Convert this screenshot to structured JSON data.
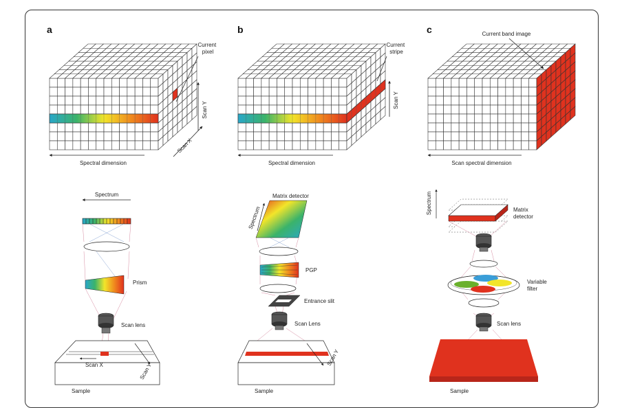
{
  "panels": [
    {
      "letter": "a",
      "cube_labels": {
        "current": "Current\npixel",
        "scan_y": "Scan Y",
        "scan_x": "Scan X",
        "spectral": "Spectral dimension"
      },
      "optics_labels": {
        "spectrum": "Spectrum",
        "prism": "Prism",
        "scan_lens": "Scan lens",
        "scan_x": "Scan X",
        "scan_y": "Scan Y",
        "sample": "Sample"
      }
    },
    {
      "letter": "b",
      "cube_labels": {
        "current": "Current\nstripe",
        "scan_y": "Scan Y",
        "spectral": "Spectral dimension"
      },
      "optics_labels": {
        "matrix": "Matrix detector",
        "spectrum": "Spectrum",
        "pgp": "PGP",
        "slit": "Entrance slit",
        "scan_lens": "Scan Lens",
        "scan_y": "Scan Y",
        "sample": "Sample"
      }
    },
    {
      "letter": "c",
      "cube_labels": {
        "current": "Current band image",
        "spectral": "Scan spectral dimension"
      },
      "optics_labels": {
        "spectrum": "Spectrum",
        "matrix": "Matrix\ndetector",
        "filter": "Variable\nfilter",
        "scan_lens": "Scan lens",
        "sample": "Sample"
      }
    }
  ],
  "colors": {
    "highlight": "#e0321e",
    "grid": "#333333"
  }
}
